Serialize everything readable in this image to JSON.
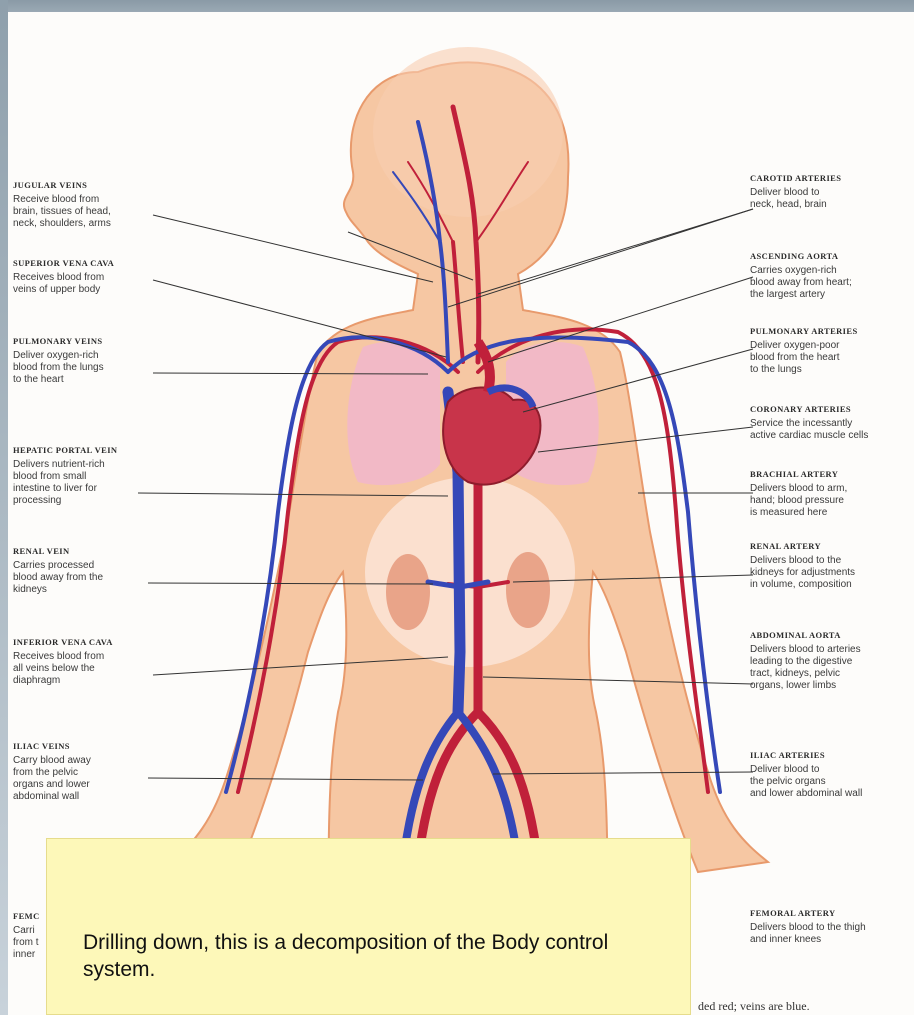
{
  "left_labels": [
    {
      "title": "JUGULAR VEINS",
      "desc": "Receive blood from\nbrain, tissues of head,\nneck, shoulders, arms"
    },
    {
      "title": "SUPERIOR VENA CAVA",
      "desc": "Receives blood from\nveins of upper body"
    },
    {
      "title": "PULMONARY VEINS",
      "desc": "Deliver oxygen-rich\nblood from the lungs\nto the heart"
    },
    {
      "title": "HEPATIC PORTAL VEIN",
      "desc": "Delivers nutrient-rich\nblood from small\nintestine to liver for\nprocessing"
    },
    {
      "title": "RENAL VEIN",
      "desc": "Carries processed\nblood away from the\nkidneys"
    },
    {
      "title": "INFERIOR VENA CAVA",
      "desc": "Receives blood from\nall veins below the\ndiaphragm"
    },
    {
      "title": "ILIAC VEINS",
      "desc": "Carry blood away\nfrom the pelvic\norgans and lower\nabdominal wall"
    },
    {
      "title": "FEMC",
      "desc": "Carri\nfrom t\ninner"
    }
  ],
  "right_labels": [
    {
      "title": "CAROTID ARTERIES",
      "desc": "Deliver blood to\nneck, head, brain"
    },
    {
      "title": "ASCENDING AORTA",
      "desc": "Carries oxygen-rich\nblood away from heart;\nthe largest artery"
    },
    {
      "title": "PULMONARY ARTERIES",
      "desc": "Deliver oxygen-poor\nblood from the heart\nto the lungs"
    },
    {
      "title": "CORONARY ARTERIES",
      "desc": "Service the incessantly\nactive cardiac muscle cells"
    },
    {
      "title": "BRACHIAL ARTERY",
      "desc": "Delivers blood to arm,\nhand; blood pressure\nis measured here"
    },
    {
      "title": "RENAL ARTERY",
      "desc": "Delivers blood to the\nkidneys for adjustments\nin volume, composition"
    },
    {
      "title": "ABDOMINAL AORTA",
      "desc": "Delivers blood to arteries\nleading to the digestive\ntract, kidneys, pelvic\norgans, lower limbs"
    },
    {
      "title": "ILIAC ARTERIES",
      "desc": "Deliver blood to\nthe pelvic organs\nand lower abdominal wall"
    },
    {
      "title": "FEMORAL ARTERY",
      "desc": "Delivers blood to the thigh\nand inner knees"
    }
  ],
  "caption": "ded red; veins are blue.",
  "note": {
    "text": "Drilling down, this is a decomposition of the Body control system."
  },
  "colors": {
    "artery": "#c0203a",
    "vein": "#3548b8",
    "skin": "#f6c7a3",
    "note_bg": "#fdf8b9"
  }
}
